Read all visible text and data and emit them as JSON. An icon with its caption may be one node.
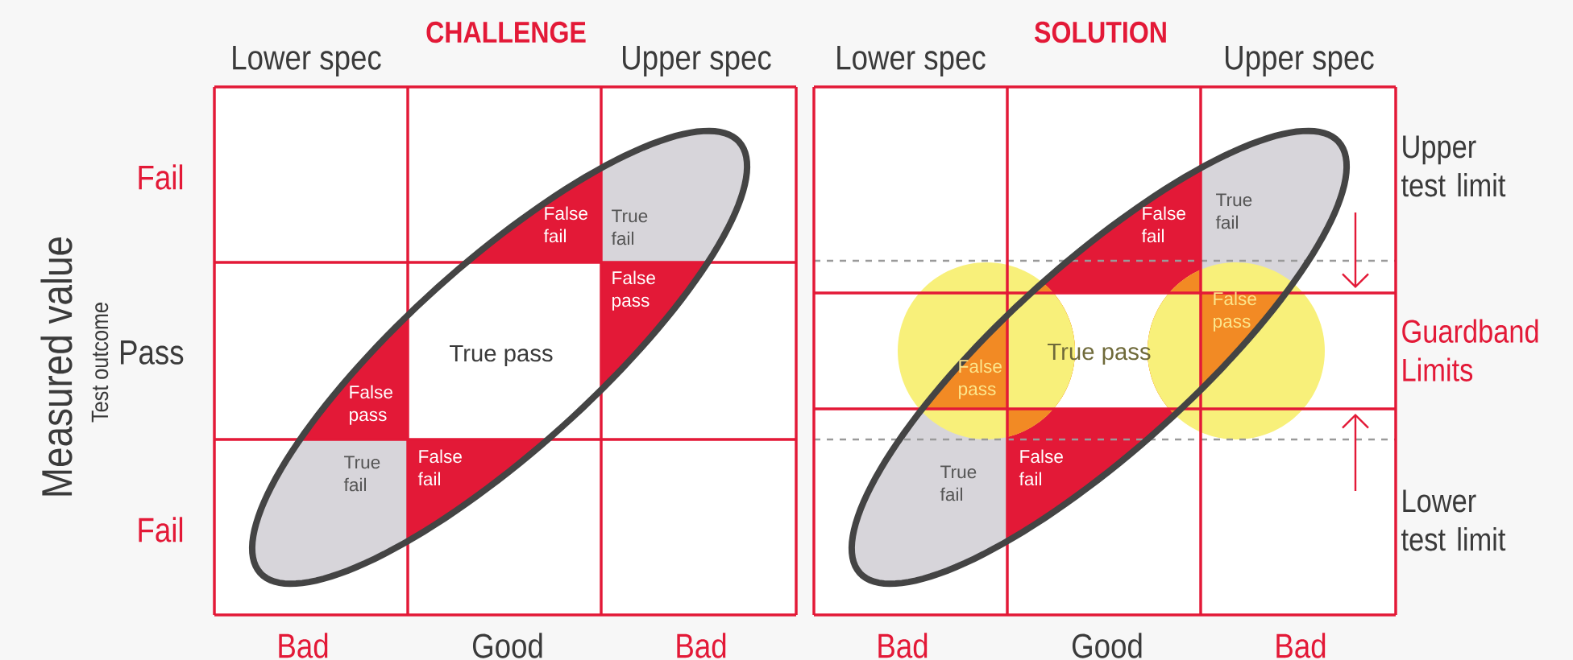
{
  "diagram": {
    "labels": [
      "CHALLENGE",
      "SOLUTION",
      "Lower spec",
      "Upper spec",
      "Lower spec",
      "Upper spec",
      "Measured value",
      "Test outcome",
      "Fail",
      "Pass",
      "Fail",
      "False fail",
      "True fail",
      "False pass",
      "True pass",
      "False pass",
      "True fail",
      "False fail",
      "False fail",
      "True fail",
      "False pass",
      "True pass",
      "False pass",
      "True fail",
      "False fail",
      "Upper test limit",
      "Guardband Limits",
      "Lower test limit",
      "Bad",
      "Good",
      "Bad",
      "Bad",
      "Good",
      "Bad"
    ]
  }
}
